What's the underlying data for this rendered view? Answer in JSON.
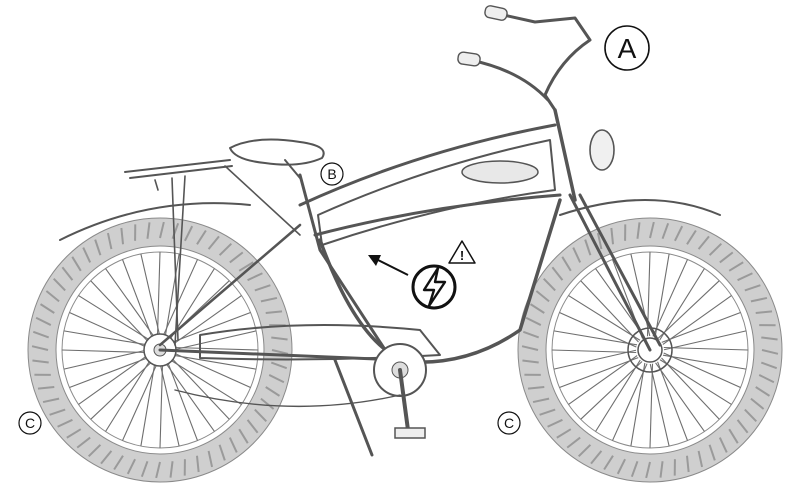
{
  "callouts": {
    "a": "A",
    "b": "B",
    "c_rear": "C",
    "c_front": "C"
  },
  "icons": {
    "charge": "lightning-bolt-icon",
    "warning": "warning-triangle-icon"
  },
  "warning_mark": "!",
  "colors": {
    "line": "#555555",
    "tire": "#e6e6e6",
    "background": "#ffffff"
  }
}
